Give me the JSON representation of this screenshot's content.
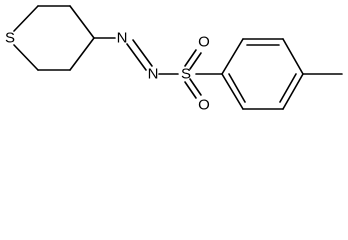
{
  "molecule": {
    "atoms": {
      "thiane_sulfur": "S",
      "azo_n1": "N",
      "azo_n2": "N",
      "sulfonyl_s": "S",
      "sulfonyl_o_top": "O",
      "sulfonyl_o_bottom": "O"
    }
  }
}
